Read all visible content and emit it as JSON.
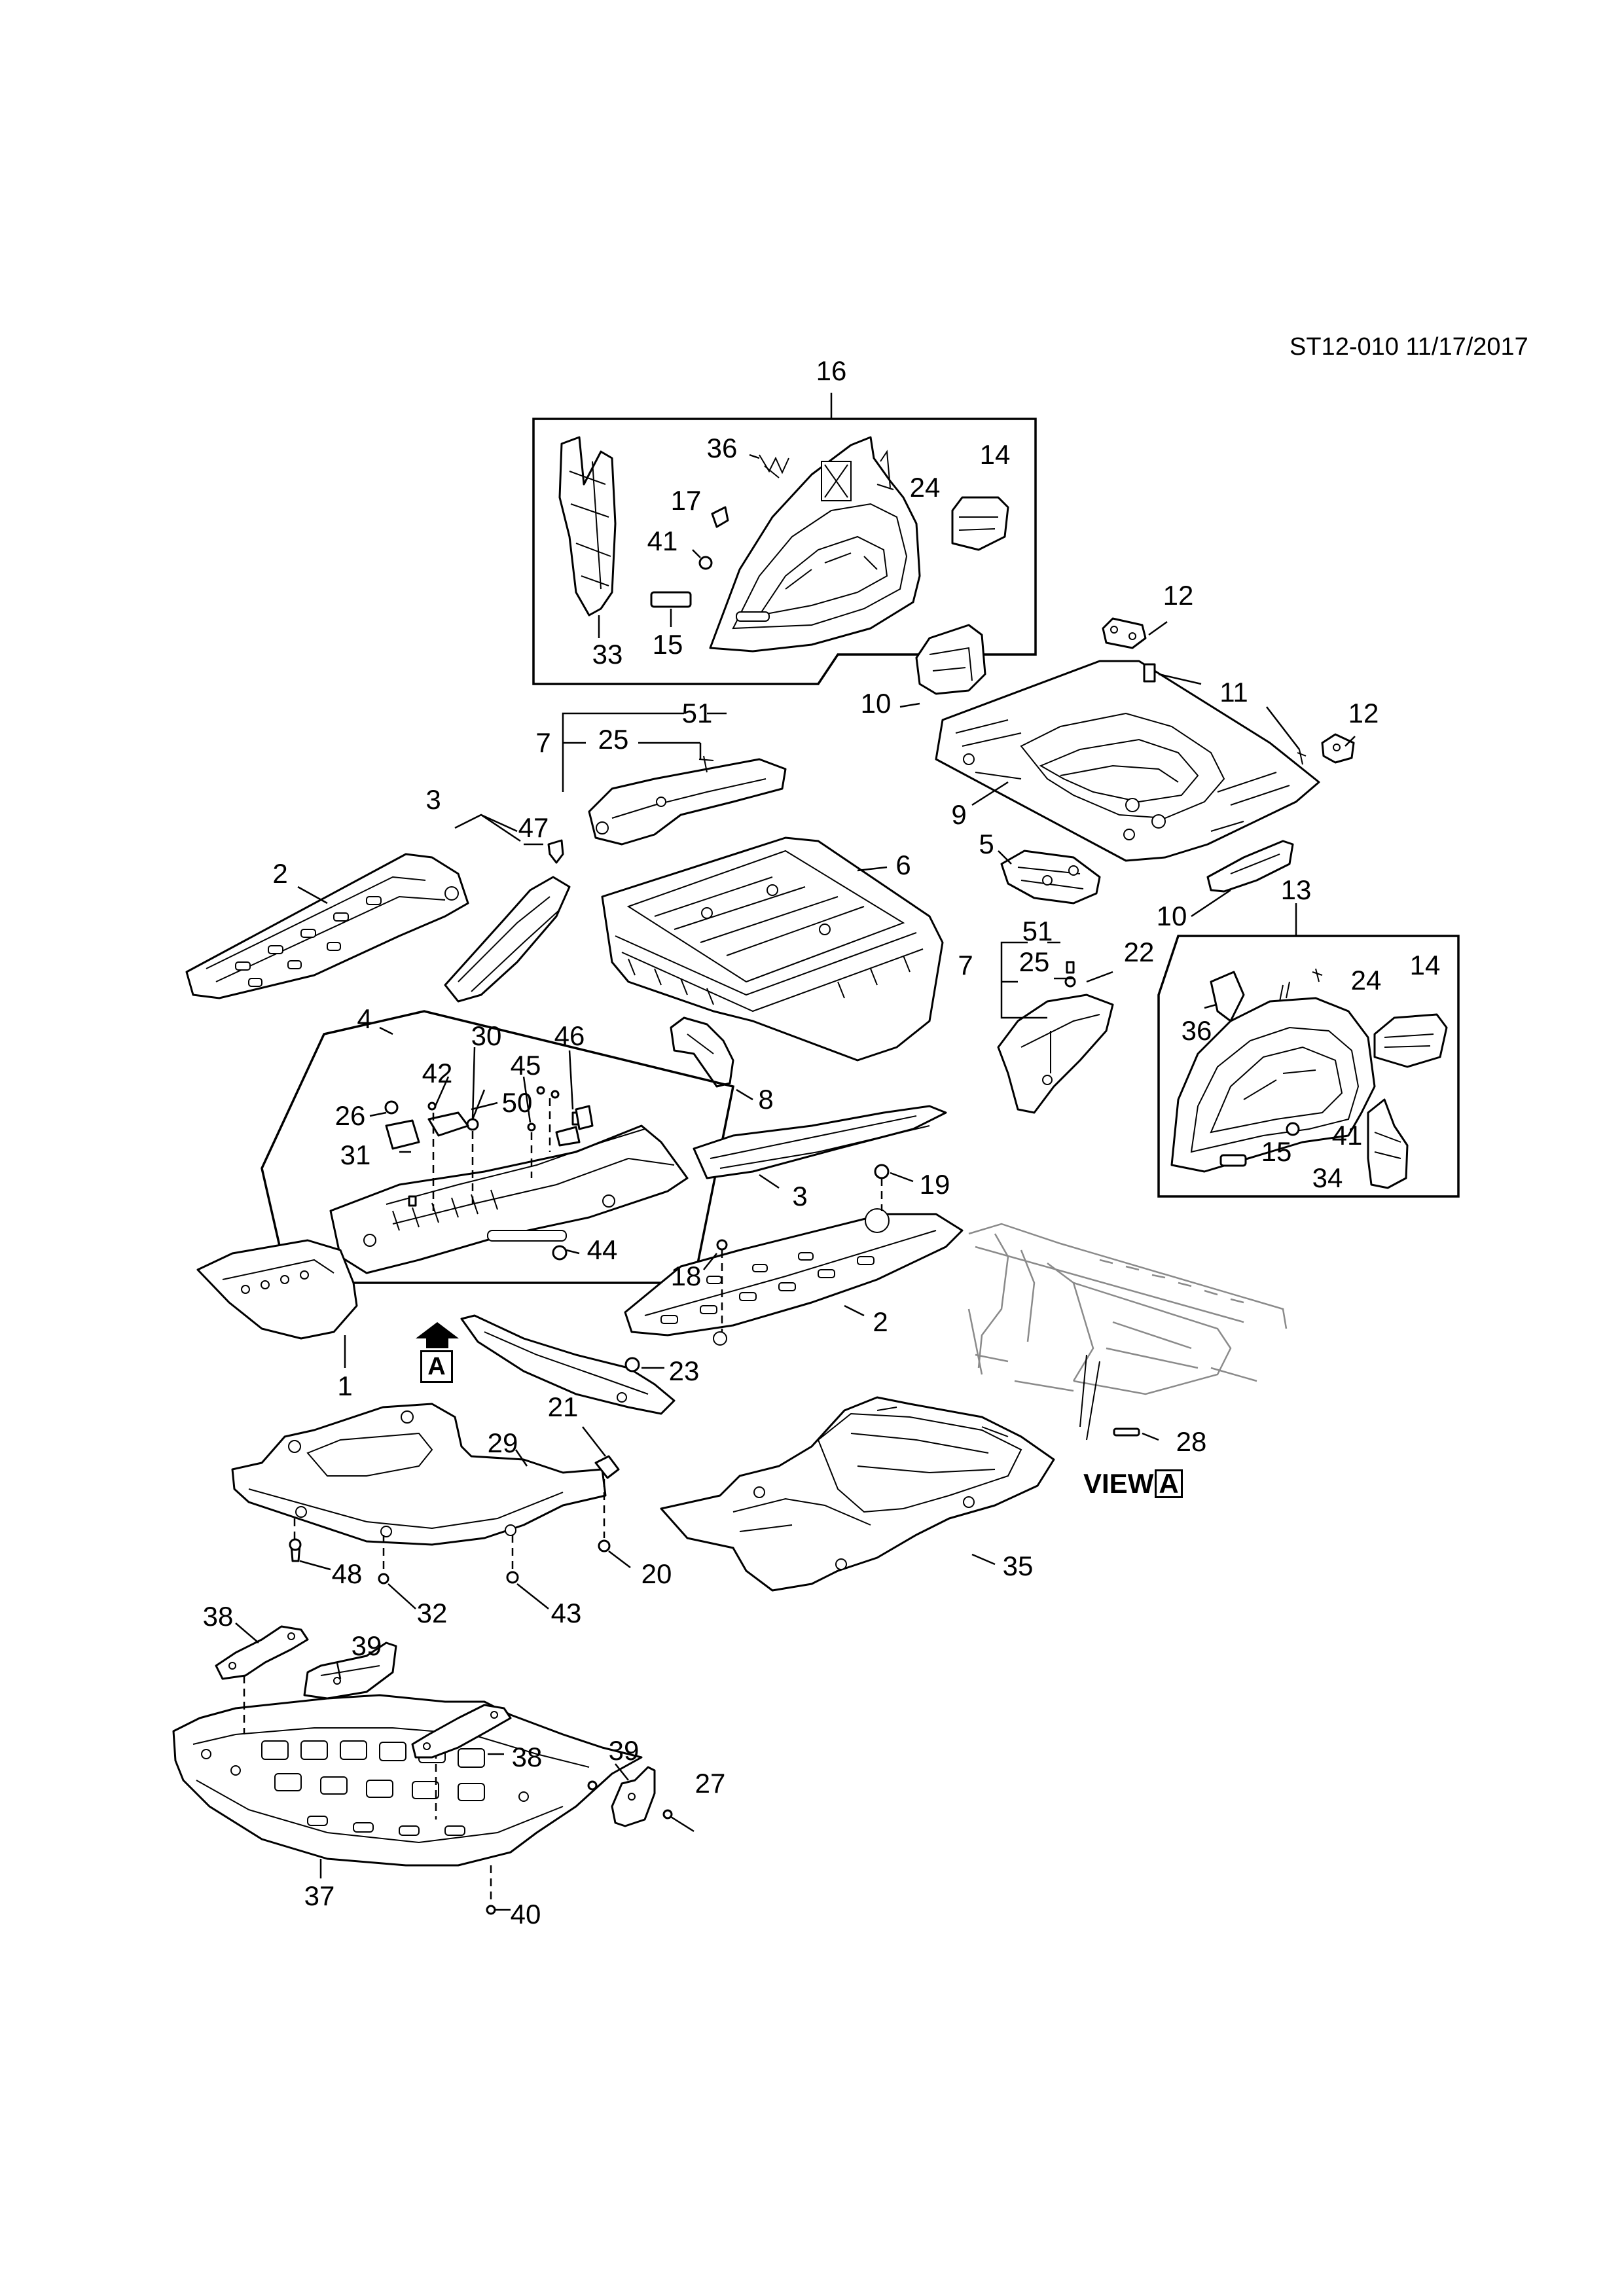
{
  "header": {
    "reference": "ST12-010 11/17/2017"
  },
  "view_marker": {
    "arrow_label": "A",
    "view_caption": "VIEW",
    "view_letter": "A"
  },
  "callouts": {
    "c16": "16",
    "c36a": "36",
    "c14a": "14",
    "c17": "17",
    "c24a": "24",
    "c41a": "41",
    "c15a": "15",
    "c33": "33",
    "c12a": "12",
    "c11": "11",
    "c12b": "12",
    "c10a": "10",
    "c9": "9",
    "c51a": "51",
    "c7a": "7",
    "c25a": "25",
    "c3a": "3",
    "c47": "47",
    "c2a": "2",
    "c6": "6",
    "c5": "5",
    "c10b": "10",
    "c13": "13",
    "c51b": "51",
    "c7b": "7",
    "c25b": "25",
    "c22": "22",
    "c24b": "24",
    "c14b": "14",
    "c36b": "36",
    "c41b": "41",
    "c15b": "15",
    "c34": "34",
    "c8": "8",
    "c4": "4",
    "c30": "30",
    "c46": "46",
    "c42": "42",
    "c45": "45",
    "c26": "26",
    "c50": "50",
    "c31": "31",
    "c44": "44",
    "c3b": "3",
    "c19": "19",
    "c18": "18",
    "c2b": "2",
    "c1": "1",
    "c23": "23",
    "c21": "21",
    "c29": "29",
    "c48": "48",
    "c32": "32",
    "c43": "43",
    "c20": "20",
    "c28": "28",
    "c35": "35",
    "c38a": "38",
    "c39a": "39",
    "c38b": "38",
    "c39b": "39",
    "c27": "27",
    "c37": "37",
    "c40": "40"
  }
}
